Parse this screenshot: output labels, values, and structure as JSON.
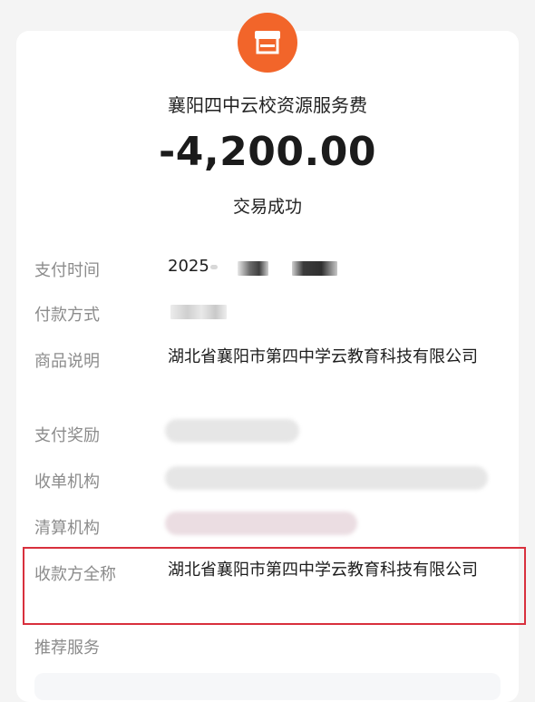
{
  "merchant": {
    "name": "襄阳四中云校资源服务费",
    "logo_icon": "shop-icon",
    "logo_color": "#f2652a"
  },
  "transaction": {
    "amount": "-4,200.00",
    "status": "交易成功"
  },
  "details": {
    "pay_time": {
      "label": "支付时间",
      "value": "2025"
    },
    "pay_method": {
      "label": "付款方式"
    },
    "description": {
      "label": "商品说明",
      "value": "湖北省襄阳市第四中学云教育科技有限公司"
    },
    "reward": {
      "label": "支付奖励"
    },
    "acquirer": {
      "label": "收单机构"
    },
    "clearing": {
      "label": "清算机构"
    },
    "payee_fullname": {
      "label": "收款方全称",
      "value": "湖北省襄阳市第四中学云教育科技有限公司"
    },
    "recommend": {
      "label": "推荐服务"
    }
  },
  "colors": {
    "highlight": "#d8303d"
  }
}
